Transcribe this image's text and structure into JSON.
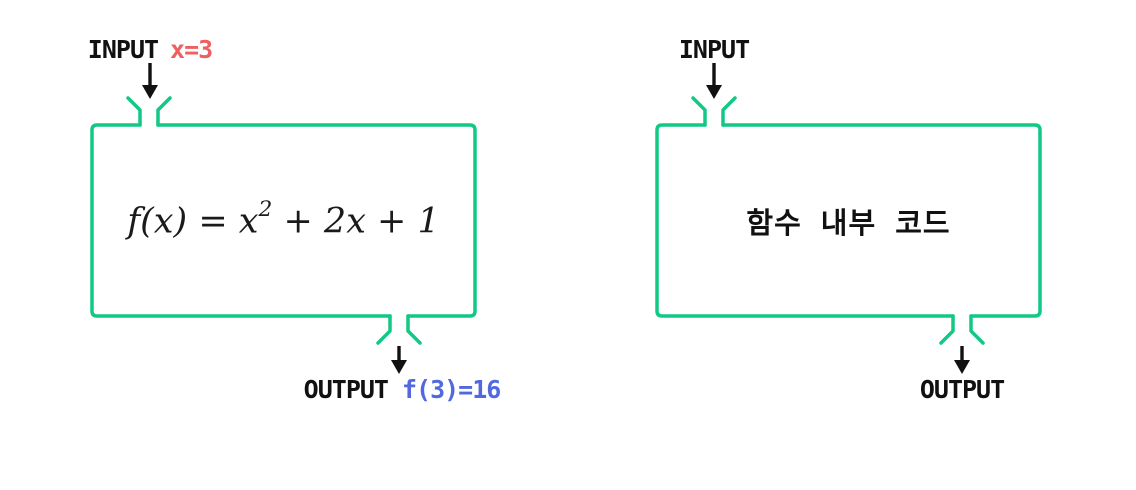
{
  "colors": {
    "box_border": "#11c985",
    "arrow": "#111111",
    "label_text": "#111111",
    "input_value_red": "#f05f5f",
    "output_value_blue": "#5168e0"
  },
  "left_diagram": {
    "input_label": "INPUT",
    "input_value": "x=3",
    "formula": {
      "part1": "f(x) = x",
      "sup": "2",
      "part2": " + 2x + 1",
      "full": "f(x) = x^2 + 2x + 1"
    },
    "output_label": "OUTPUT",
    "output_value": "f(3)=16"
  },
  "right_diagram": {
    "input_label": "INPUT",
    "body_label": "함수 내부 코드",
    "output_label": "OUTPUT"
  }
}
